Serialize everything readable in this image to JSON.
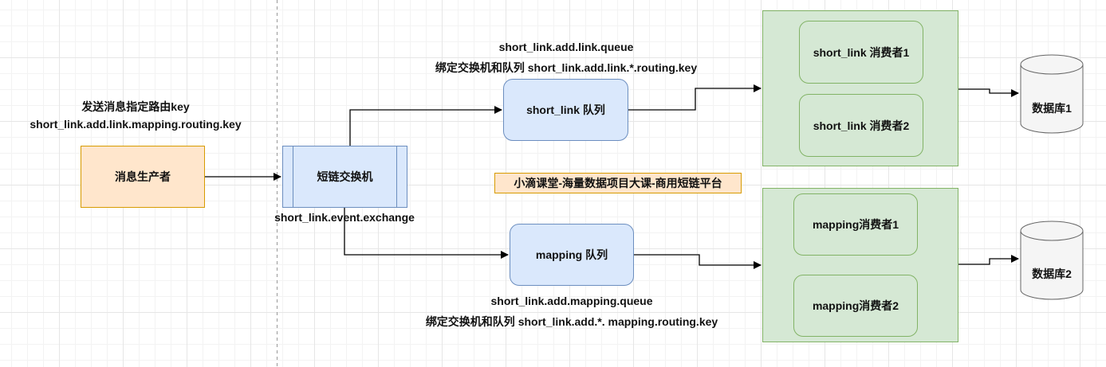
{
  "producer": {
    "label": "消息生产者"
  },
  "producer_note": {
    "line1": "发送消息指定路由key",
    "line2": "short_link.add.link.mapping.routing.key"
  },
  "exchange": {
    "label": "短链交换机",
    "name": "short_link.event.exchange"
  },
  "queue_link": {
    "label": "short_link 队列",
    "name": "short_link.add.link.queue",
    "binding": "绑定交换机和队列 short_link.add.link.*.routing.key"
  },
  "queue_mapping": {
    "label": "mapping 队列",
    "name": "short_link.add.mapping.queue",
    "binding": "绑定交换机和队列 short_link.add.*. mapping.routing.key"
  },
  "consumers": {
    "link_1": "short_link 消费者1",
    "link_2": "short_link 消费者2",
    "mapping_1": "mapping消费者1",
    "mapping_2": "mapping消费者2"
  },
  "databases": {
    "db1": "数据库1",
    "db2": "数据库2"
  },
  "watermark": "小滴课堂-海量数据项目大课-商用短链平台",
  "colors": {
    "producer_fill": "#ffe6cc",
    "producer_stroke": "#d79b00",
    "queue_fill": "#dae8fc",
    "queue_stroke": "#6c8ebf",
    "consumer_fill": "#d5e8d4",
    "consumer_stroke": "#82b366",
    "db_fill": "#f5f5f5",
    "db_stroke": "#666666"
  }
}
